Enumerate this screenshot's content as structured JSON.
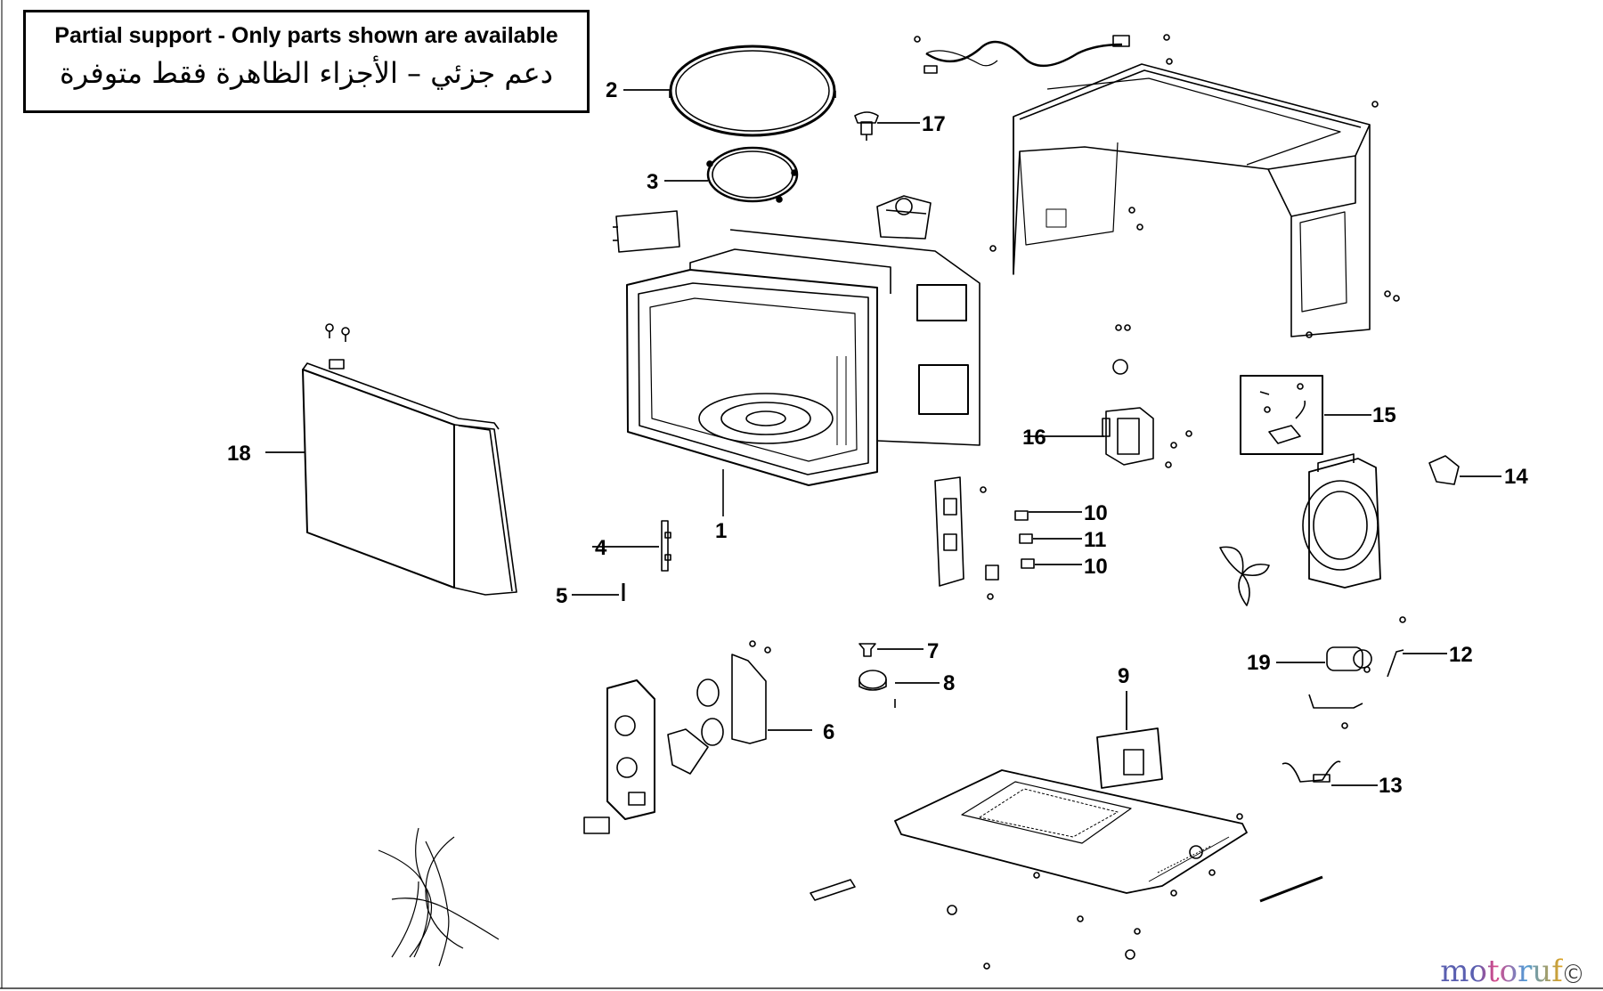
{
  "notice": {
    "english": "Partial support - Only parts shown are available",
    "arabic": "دعم جزئي – الأجزاء الظاهرة فقط متوفرة"
  },
  "callouts": [
    "1",
    "2",
    "3",
    "4",
    "5",
    "6",
    "7",
    "8",
    "9",
    "10",
    "10",
    "11",
    "12",
    "13",
    "14",
    "15",
    "16",
    "17",
    "18",
    "19"
  ],
  "watermark": {
    "logo": "motoruf",
    "logo_colors": [
      "#5a5fb0",
      "#d94a8a",
      "#4f9ad6",
      "#e0a21c"
    ],
    "copyright_symbol": "C"
  }
}
